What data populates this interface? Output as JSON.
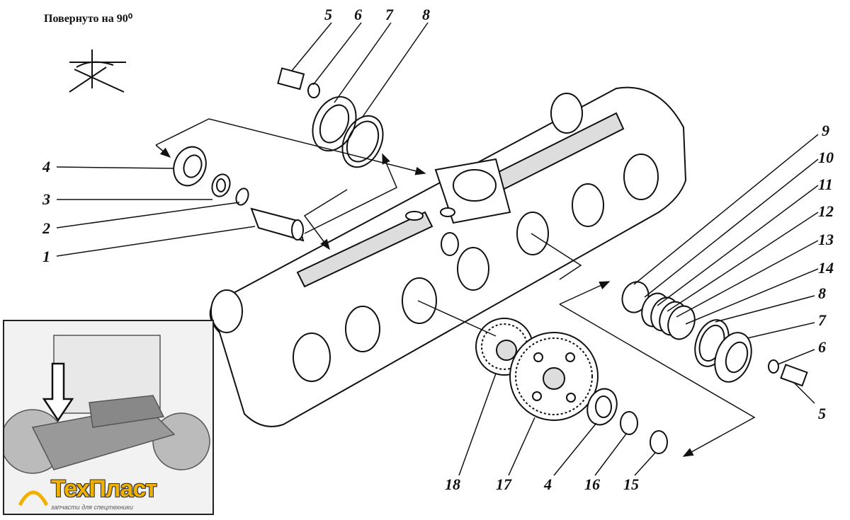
{
  "caption": "Повернуто на 90⁰",
  "logo": {
    "name": "ТехПласт",
    "tagline": "запчасти для спецтехники"
  },
  "callouts": {
    "n5a": "5",
    "n6a": "6",
    "n7a": "7",
    "n8a": "8",
    "n4a": "4",
    "n3": "3",
    "n2": "2",
    "n1": "1",
    "n9": "9",
    "n10": "10",
    "n11": "11",
    "n12": "12",
    "n13": "13",
    "n14": "14",
    "n8b": "8",
    "n7b": "7",
    "n6b": "6",
    "n5b": "5",
    "n18": "18",
    "n17": "17",
    "n4b": "4",
    "n16": "16",
    "n15": "15"
  },
  "colors": {
    "ink": "#111111",
    "fill": "#ffffff",
    "logo_yellow": "#f0b000"
  }
}
